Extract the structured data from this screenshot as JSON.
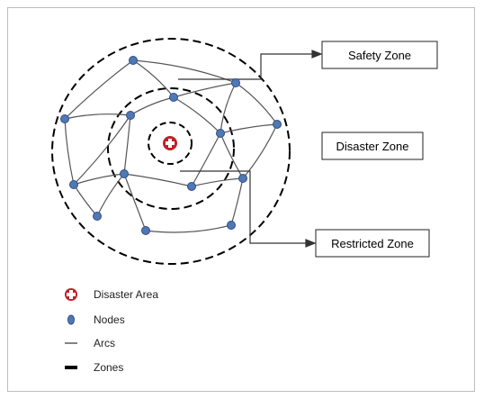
{
  "zone_labels": {
    "safety": "Safety Zone",
    "disaster": "Disaster Zone",
    "restricted": "Restricted Zone"
  },
  "legend": {
    "disaster_area": "Disaster Area",
    "nodes": "Nodes",
    "arcs": "Arcs",
    "zones": "Zones"
  },
  "colors": {
    "node_fill": "#4f78b4",
    "node_stroke": "#2f4f86",
    "disaster_marker": "#c0202a",
    "line": "#555555",
    "zone_dash": "#000000"
  }
}
